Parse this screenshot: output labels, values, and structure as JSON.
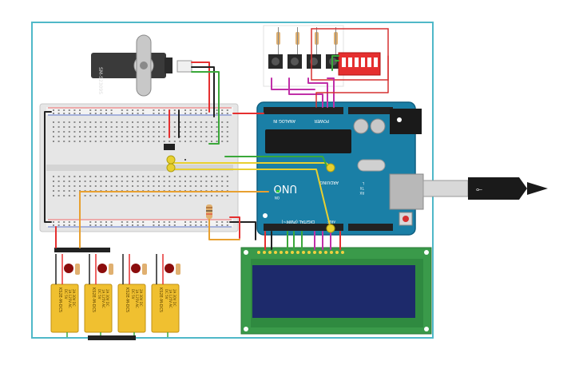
{
  "servo": {
    "model": "SM-S2309S"
  },
  "arduino": {
    "logo": "UNO",
    "brand": "ARDUINO",
    "pin_header_digital": "DIGITAL (PWM~)",
    "pin_header_power": "POWER",
    "pin_header_analog": "ANALOG IN",
    "label_tx": "TX",
    "label_rx": "RX",
    "label_aref": "AREF",
    "label_l": "L",
    "label_on": "ON"
  },
  "relays": {
    "model": "KS2E-M-DC5",
    "spec_1": "DC 5V",
    "spec_2": "1A 125V AC",
    "spec_3": "2A 30V DC"
  },
  "colors": {
    "board_outline": "#4fb8c8",
    "arduino_blue": "#1a7fa6",
    "arduino_dark": "#0f5f80",
    "breadboard": "#e9e9e9",
    "lcd_board": "#3a9a4a",
    "lcd_screen": "#1d2a6b",
    "dip_switch": "#e53030",
    "relay": "#f0c030",
    "led": "#8b0c0c",
    "wire_red": "#e53030",
    "wire_black": "#222222",
    "wire_green": "#3aa83a",
    "wire_yellow": "#e8d030",
    "wire_orange": "#e8a030",
    "wire_magenta": "#c030a8"
  }
}
